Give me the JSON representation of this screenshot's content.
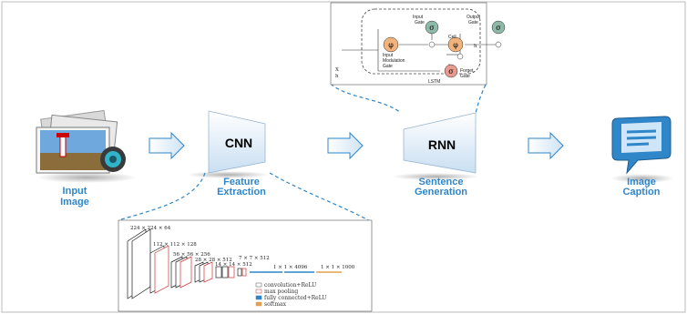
{
  "stages": {
    "input": {
      "label_line1": "Input",
      "label_line2": "Image"
    },
    "cnn": {
      "block": "CNN",
      "label_line1": "Feature",
      "label_line2": "Extraction"
    },
    "rnn": {
      "block": "RNN",
      "label_line1": "Sentence",
      "label_line2": "Generation"
    },
    "caption": {
      "label_line1": "Image",
      "label_line2": "Caption"
    }
  },
  "lstm_inset": {
    "title": "LSTM",
    "input_gate": "Input\nGate",
    "output_gate": "Output\nGate",
    "cell": "Cell",
    "input_modulation_gate": "Input\nModulation\nGate",
    "forget_gate": "Forget\nGate",
    "x_t": "X",
    "h_t1": "h",
    "output": "h",
    "phi": "φ",
    "sigma": "σ"
  },
  "cnn_inset": {
    "dims": [
      "224 × 224 × 64",
      "112 × 112 × 128",
      "56 × 56 × 256",
      "28 × 28 × 512",
      "14 × 14 × 512",
      "7 × 7 × 512",
      "1 × 1 × 4096",
      "1 × 1 × 1000"
    ],
    "legend": [
      "convolution+ReLU",
      "max pooling",
      "fully connected+ReLU",
      "softmax"
    ]
  },
  "colors": {
    "accent": "#2f86c9",
    "block_gradient_top": "#ffffff",
    "block_gradient_bottom": "#c9dff2",
    "dashed": "#2f86c9",
    "gate_green": "#8fb9a8",
    "gate_orange": "#f2b27c",
    "gate_red": "#e79a8f",
    "arrow": "#2f86c9"
  },
  "icons": [
    "photo-stack-icon",
    "speech-bubble-icon"
  ]
}
